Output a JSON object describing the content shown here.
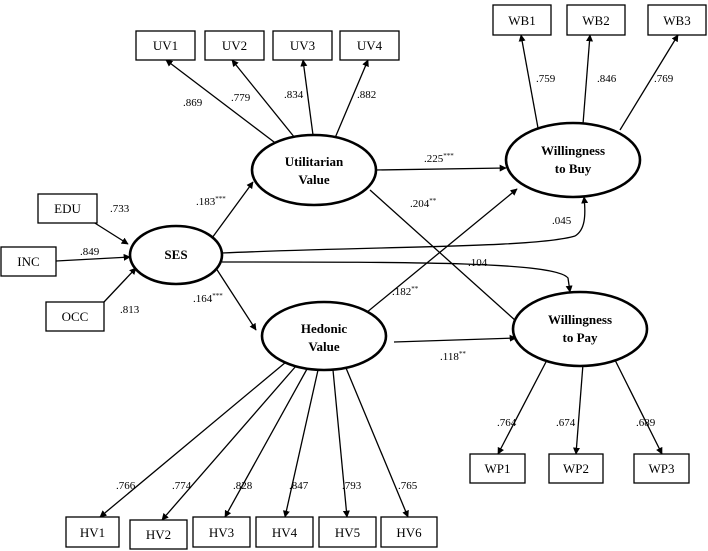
{
  "latent": {
    "ses": "SES",
    "uv": [
      "Utilitarian",
      "Value"
    ],
    "hv": [
      "Hedonic",
      "Value"
    ],
    "wtb": [
      "Willingness",
      "to Buy"
    ],
    "wtp": [
      "Willingness",
      "to Pay"
    ]
  },
  "indicators": {
    "ses": [
      "EDU",
      "INC",
      "OCC"
    ],
    "uv": [
      "UV1",
      "UV2",
      "UV3",
      "UV4"
    ],
    "wb": [
      "WB1",
      "WB2",
      "WB3"
    ],
    "hv": [
      "HV1",
      "HV2",
      "HV3",
      "HV4",
      "HV5",
      "HV6"
    ],
    "wp": [
      "WP1",
      "WP2",
      "WP3"
    ]
  },
  "loadings": {
    "ses": [
      ".733",
      ".849",
      ".813"
    ],
    "uv": [
      ".869",
      ".779",
      ".834",
      ".882"
    ],
    "wb": [
      ".759",
      ".846",
      ".769"
    ],
    "hv": [
      ".766",
      ".774",
      ".828",
      ".847",
      ".793",
      ".765"
    ],
    "wp": [
      ".764",
      ".674",
      ".689"
    ]
  },
  "paths": {
    "ses_uv": {
      "value": ".183",
      "sig": "***"
    },
    "ses_hv": {
      "value": ".164",
      "sig": "***"
    },
    "uv_wtb": {
      "value": ".225",
      "sig": "***"
    },
    "uv_wtp": {
      "value": ".204",
      "sig": "**"
    },
    "hv_wtb": {
      "value": ".182",
      "sig": "**"
    },
    "hv_wtp": {
      "value": ".118",
      "sig": "**"
    },
    "ses_wtb": {
      "value": ".045",
      "sig": ""
    },
    "ses_wtp": {
      "value": ".104",
      "sig": ""
    }
  }
}
